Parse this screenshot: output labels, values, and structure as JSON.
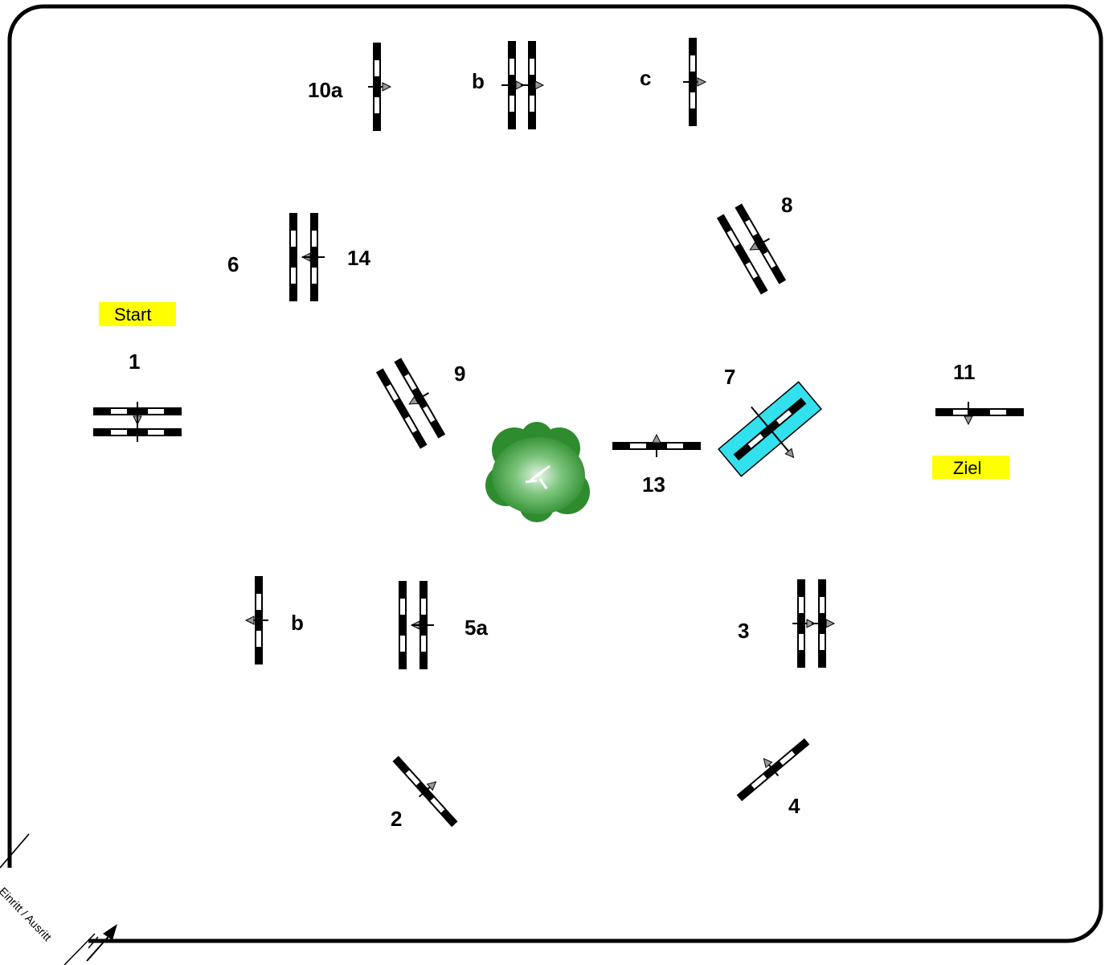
{
  "labels": {
    "start": "Start",
    "finish": "Ziel",
    "entry_exit": "Einritt / Ausritt",
    "obstacles": [
      "10a",
      "b",
      "c",
      "6",
      "14",
      "8",
      "1",
      "9",
      "7",
      "11",
      "13",
      "b",
      "5a",
      "3",
      "2",
      "4"
    ]
  },
  "colors": {
    "frame": "#000000",
    "pole_dark": "#000000",
    "pole_light": "#ffffff",
    "arrow": "#999999",
    "water": "#33e0ee",
    "start_bg": "#ffff00",
    "finish_bg": "#ffff00",
    "tree": "#2e8b2e"
  },
  "icons": [
    "tree-icon",
    "direction-arrow-icon",
    "water-jump-icon"
  ]
}
